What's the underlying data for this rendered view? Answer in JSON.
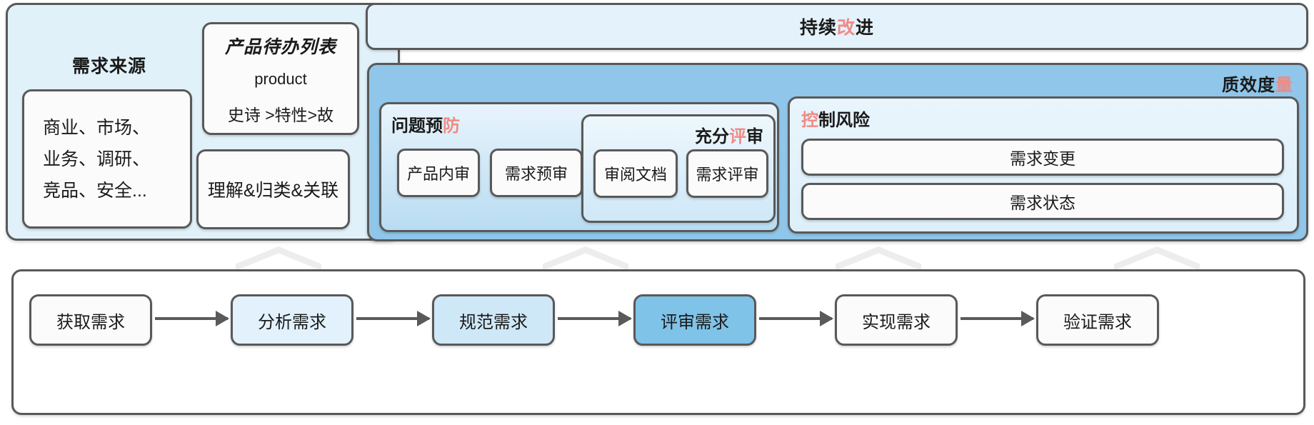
{
  "colors": {
    "accent_red": "#f08a84",
    "panel_light_blue": "#e1f1fa",
    "panel_blue": "#8fc6e9",
    "border": "#595959",
    "flow_step_3": "#cfe8f8",
    "flow_step_4": "#7fc3e8",
    "chevron_gray": "#ededed"
  },
  "left_panel": {
    "source_title": "需求来源",
    "source_lines": [
      "商业、市场、",
      "业务、调研、",
      "竞品、安全..."
    ],
    "backlog": {
      "title": "产品待办列表",
      "subtitle": "product",
      "hierarchy": "史诗 >特性>故"
    },
    "understand": {
      "label": "理解&归类&关联"
    }
  },
  "improve_banner": {
    "label_plain_1": "持续",
    "label_accent": "改",
    "label_plain_2": "进"
  },
  "quality_panel": {
    "label_plain": "质效度",
    "label_accent": "量",
    "prevention": {
      "label_plain": "问题预",
      "label_accent": "防",
      "chips": [
        "产品内审",
        "需求预审"
      ]
    },
    "review": {
      "label_plain_1": "充分",
      "label_accent": "评",
      "label_plain_2": "审",
      "chips": [
        "审阅文档",
        "需求评审"
      ]
    },
    "risk": {
      "label_accent": "控",
      "label_plain": "制风险",
      "chips": [
        "需求变更",
        "需求状态"
      ]
    }
  },
  "flow": {
    "steps": [
      {
        "label": "获取需求",
        "fill": "#fbfbfb"
      },
      {
        "label": "分析需求",
        "fill": "#e2f1fb"
      },
      {
        "label": "规范需求",
        "fill": "#cfe8f8"
      },
      {
        "label": "评审需求",
        "fill": "#7fc3e8"
      },
      {
        "label": "实现需求",
        "fill": "#fbfbfb"
      },
      {
        "label": "验证需求",
        "fill": "#fbfbfb"
      }
    ]
  }
}
